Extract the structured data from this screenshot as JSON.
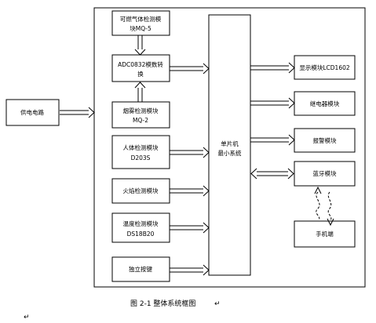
{
  "diagram": {
    "power": "供电电路",
    "gas_sensor": [
      "可燃气体检测模",
      "块MQ-5"
    ],
    "adc": [
      "ADC0832模数转",
      "换"
    ],
    "smoke_sensor": [
      "烟雾检测模块",
      "MQ-2"
    ],
    "human_sensor": [
      "人体检测模块",
      "D203S"
    ],
    "flame_sensor": "火焰检测模块",
    "temp_sensor": [
      "温度检测模块",
      "DS18B20"
    ],
    "button": "独立按键",
    "mcu": [
      "单片机",
      "最小系统"
    ],
    "lcd": "显示模块LCD1602",
    "relay": "继电器模块",
    "alarm": "报警模块",
    "bluetooth": "蓝牙模块",
    "phone": "手机端"
  },
  "caption": "图 2-1 整体系统框图",
  "paragraph_mark": "↵"
}
